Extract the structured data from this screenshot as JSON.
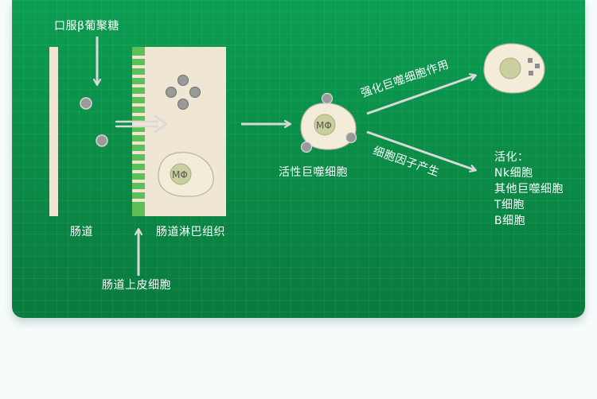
{
  "labels": {
    "oral_glucan": "口服β葡聚糖",
    "intestine": "肠道",
    "gut_lymphoid_tissue": "肠道淋巴组织",
    "epithelial_cells": "肠道上皮细胞",
    "active_macrophage": "活性巨噬细胞",
    "enhance_macrophage": "强化巨噬细胞作用",
    "cytokine_production": "细胞因子产生",
    "macrophage_symbol": "MΦ"
  },
  "activation": {
    "title": "活化：",
    "items": [
      "Nk细胞",
      "其他巨噬细胞",
      "T细胞",
      "B细胞"
    ]
  },
  "colors": {
    "panel_green": "#0b8a46",
    "tissue_beige": "#efe6d3",
    "epithelium_green": "#5fbf57",
    "particle_gray": "#9a9a9a",
    "nucleus": "#c9cf9e"
  }
}
